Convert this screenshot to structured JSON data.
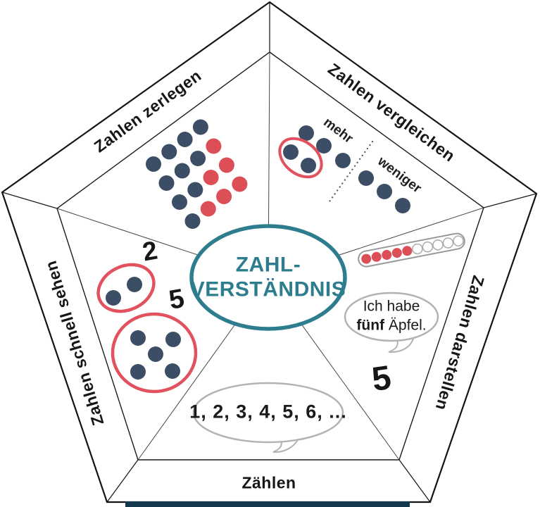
{
  "title": {
    "line1": "ZAHL-",
    "line2": "VERSTÄNDNIS"
  },
  "colors": {
    "navy": "#3c4d66",
    "red": "#dd4f57",
    "ring_red": "#e2525e",
    "teal": "#2e7d8e",
    "line_dark": "#141414",
    "bubble_border": "#b3b3b3",
    "bead_border": "#999999",
    "bottom_bar": "#14384d"
  },
  "sections": {
    "zerlegen": {
      "label": "Zahlen zerlegen",
      "grid_rows": [
        "nnnn",
        "nnnr",
        "nnrr",
        "nrrr"
      ],
      "dot_count_navy": 10,
      "dot_count_red": 6
    },
    "vergleichen": {
      "label": "Zahlen vergleichen",
      "more_label": "mehr",
      "less_label": "weniger",
      "more_count": 5,
      "less_count": 3,
      "circled_count": 2
    },
    "darstellen": {
      "label": "Zahlen darstellen",
      "bead_red_count": 5,
      "bead_white_count": 5,
      "bubble_line1": "Ich habe",
      "bubble_bold": "fünf",
      "bubble_rest": " Äpfel.",
      "numeral": "5"
    },
    "zaehlen": {
      "label": "Zählen",
      "bubble_text": "1, 2, 3, 4, 5, 6, ..."
    },
    "schnell": {
      "label": "Zahlen schnell sehen",
      "group2_label": "2",
      "group2_count": 2,
      "group5_label": "5",
      "group5_count": 5
    }
  }
}
